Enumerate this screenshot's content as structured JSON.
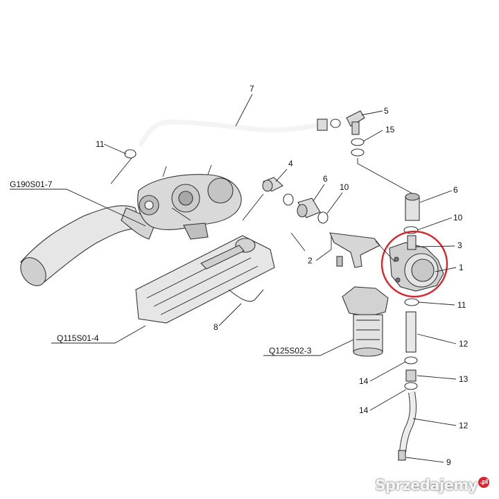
{
  "callouts": {
    "c1": "1",
    "c2": "2",
    "c3": "3",
    "c4": "4",
    "c5": "5",
    "c6a": "6",
    "c6b": "6",
    "c7": "7",
    "c8": "8",
    "c9": "9",
    "c10a": "10",
    "c10b": "10",
    "c11a": "11",
    "c11b": "11",
    "c12a": "12",
    "c12b": "12",
    "c13": "13",
    "c14a": "14",
    "c14b": "14",
    "c15": "15"
  },
  "references": {
    "turbo": "G190S01-7",
    "cover": "Q115S01-4",
    "filter": "Q125S02-3"
  },
  "watermark": {
    "text": "Sprzedajemy",
    "badge": ".pl"
  },
  "colors": {
    "line": "#222222",
    "highlight": "#d9242b",
    "part_fill": "#d9d9d9"
  }
}
